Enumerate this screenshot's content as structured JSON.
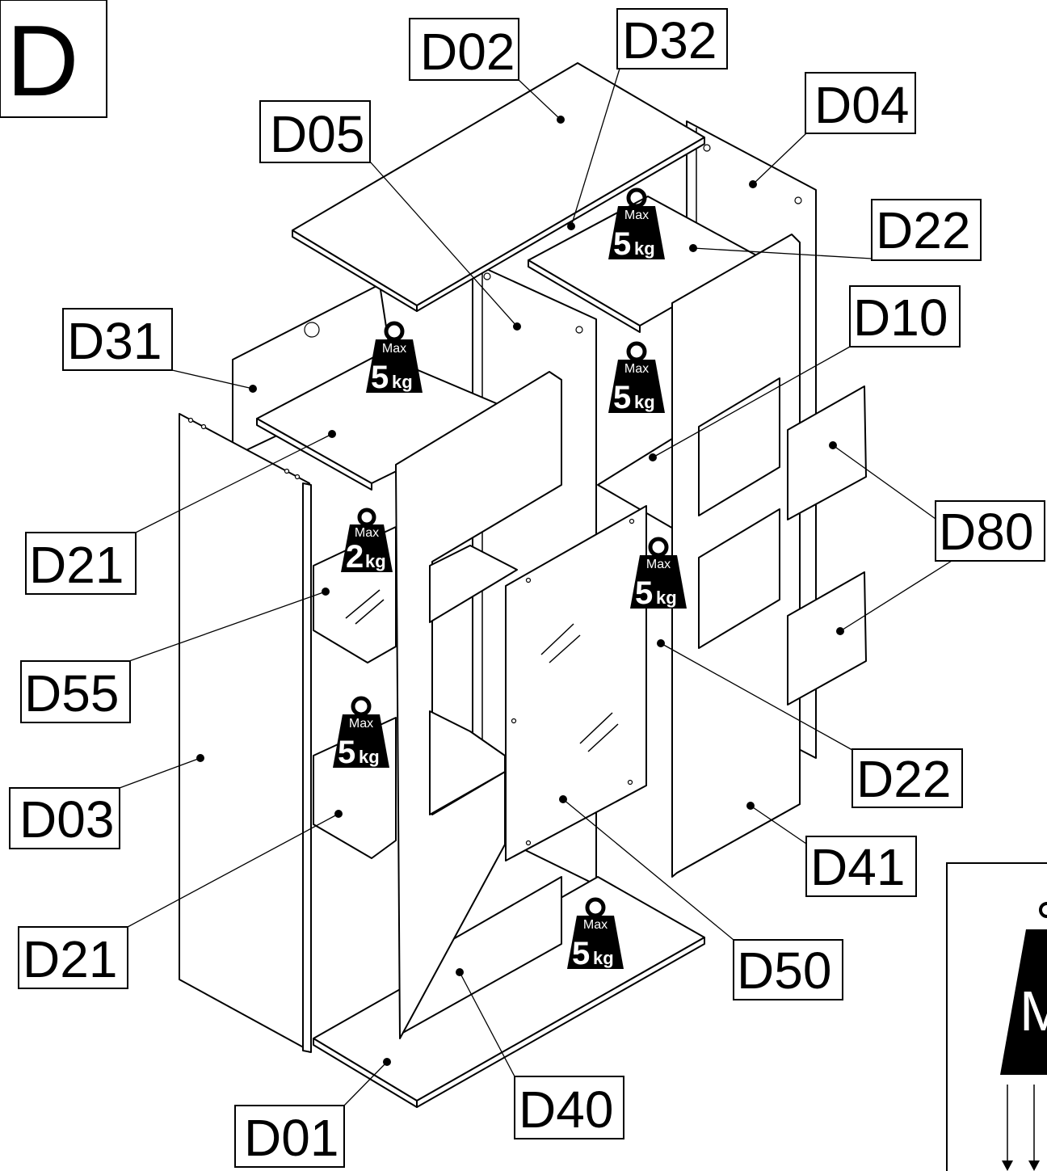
{
  "section_letter": "D",
  "labels": {
    "d02": "D02",
    "d32": "D32",
    "d05": "D05",
    "d04": "D04",
    "d22_top": "D22",
    "d31": "D31",
    "d10": "D10",
    "d21_upper": "D21",
    "d80": "D80",
    "d55": "D55",
    "d03": "D03",
    "d22_right": "D22",
    "d41": "D41",
    "d21_lower": "D21",
    "d50": "D50",
    "d40": "D40",
    "d01": "D01"
  },
  "weights": [
    {
      "max": "Max",
      "value": "5",
      "unit": "kg"
    },
    {
      "max": "Max",
      "value": "5",
      "unit": "kg"
    },
    {
      "max": "Max",
      "value": "5",
      "unit": "kg"
    },
    {
      "max": "Max",
      "value": "2",
      "unit": "kg"
    },
    {
      "max": "Max",
      "value": "5",
      "unit": "kg"
    },
    {
      "max": "Max",
      "value": "5",
      "unit": "kg"
    },
    {
      "max": "Max",
      "value": "5",
      "unit": "kg"
    }
  ],
  "inset": {
    "max_partial": "M"
  }
}
